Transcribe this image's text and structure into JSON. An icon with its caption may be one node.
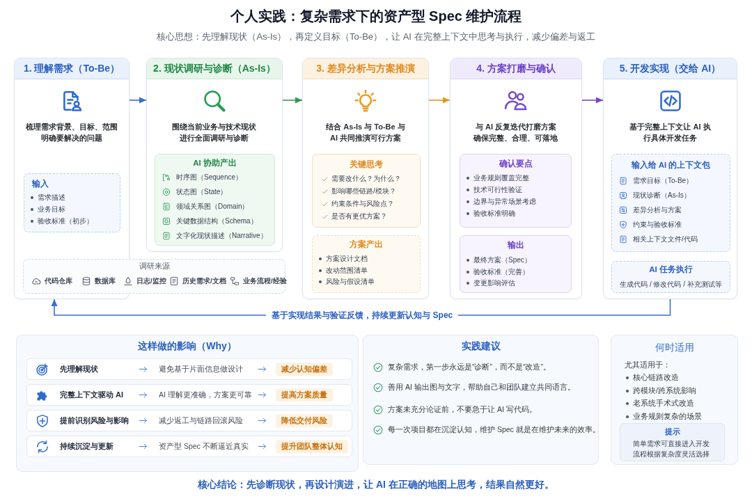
{
  "diagram": {
    "title": "个人实践：复杂需求下的资产型 Spec 维护流程",
    "nodes": [
      {
        "text": [
          "1. 理解需求（To-Be）",
          "梳理需求背景、目标、范围明确要解决的问题"
        ]
      },
      {
        "text": [
          "输入",
          "需求描述",
          "业务目标",
          "验收标准（初步）"
        ],
        "in": 0
      },
      {
        "text": [
          "2. 现状调研与诊断（As-Is）",
          "围绕当前业务与技术现状进行全面调研与诊断"
        ]
      },
      {
        "text": [
          "AI 协助产出",
          "时序图（Sequence）",
          "状态图（State）",
          "领域关系图（Domain）",
          "关键数据结构（Schema）",
          "文字化现状描述（Narrative）"
        ],
        "in": 2
      },
      {
        "text": [
          "调研来源",
          "代码仓库",
          "数据库",
          "日志/监控",
          "历史需求/文档",
          "业务流程/经验"
        ]
      },
      {
        "text": [
          "3. 差异分析与方案推演",
          "结合 As-Is 与 To-Be 与 AI 共同推演可行方案"
        ]
      },
      {
        "text": [
          "关键思考",
          "需要改什么？为什么？",
          "影响哪些链路/模块？",
          "约束条件与风险点？",
          "是否有更优方案？"
        ],
        "in": 5
      },
      {
        "text": [
          "方案产出",
          "方案设计文档",
          "改动范围清单",
          "风险与假设清单"
        ],
        "in": 5
      },
      {
        "text": [
          "4. 方案打磨与确认",
          "与 AI 反复迭代打磨方案确保完整、合理、可落地"
        ]
      },
      {
        "text": [
          "确认要点",
          "业务规则覆盖完整",
          "技术可行性验证",
          "边界与异常场景考虑",
          "验收标准明确"
        ],
        "in": 8
      },
      {
        "text": [
          "输出",
          "最终方案（Spec）",
          "验收标准（完善）",
          "变更影响评估"
        ],
        "in": 8
      },
      {
        "text": [
          "5. 开发实现（交给 AI）",
          "基于完整上下文让 AI 执行具体开发任务"
        ]
      },
      {
        "text": [
          "输入给 AI 的上下文包",
          "需求目标（To-Be）",
          "现状诊断（As-Is）",
          "差异分析与方案",
          "约束与验收标准",
          "相关上下文文件/代码"
        ],
        "in": 11
      },
      {
        "text": [
          "AI 任务执行",
          "生成代码 / 修改代码 / 补充测试等"
        ],
        "in": 11
      },
      {
        "text": [
          "这样做的影响（Why）"
        ]
      },
      {
        "text": [
          "先理解现状",
          "避免基于片面信息做设计",
          "减少认知偏差"
        ],
        "in": 14
      },
      {
        "text": [
          "完整上下文驱动 AI",
          "AI 理解更准确，方案更可靠",
          "提高方案质量"
        ],
        "in": 14
      },
      {
        "text": [
          "提前识别风险与影响",
          "减少返工与链路回滚风险",
          "降低交付风险"
        ],
        "in": 14
      },
      {
        "text": [
          "持续沉淀与更新",
          "资产型 Spec 不断逼近真实",
          "提升团队整体认知"
        ],
        "in": 14
      },
      {
        "text": [
          "实践建议",
          "复杂需求，第一步永远是“诊断”，而不是“改造”。",
          "善用 AI 输出图与文字，帮助自己和团队建立共同语言。",
          "方案未充分论证前，不要急于让 AI 写代码。",
          "每一次项目都在沉淀认知，维护 Spec 就是在维护未来的效率。"
        ]
      },
      {
        "text": [
          "何时适用",
          "尤其适用于：",
          "核心链路改造",
          "跨模块/跨系统影响",
          "老系统手术式改造",
          "业务规则复杂的场景"
        ]
      },
      {
        "text": [
          "提示",
          "简单需求可直接进入开发流程根据复杂度灵活选择"
        ],
        "in": 20
      }
    ],
    "edges": [
      {
        "from": 0,
        "to": 2,
        "arrow": "to"
      },
      {
        "from": 2,
        "to": 5,
        "arrow": "to",
        "color": "#2e9a55"
      },
      {
        "from": 5,
        "to": 8,
        "arrow": "to",
        "color": "#e8961e"
      },
      {
        "from": 8,
        "to": 11,
        "arrow": "to",
        "color": "#7a45c8"
      },
      {
        "from": 11,
        "to": 0,
        "arrow": "to",
        "label": "基于实现结果与验证反馈，持续更新认知与 Spec"
      }
    ],
    "labels": [
      "核心思想：先理解现状（As-Is），再定义目标（To-Be），让 AI 在完整上下文中思考与执行，减少偏差与返工",
      "核心结论：先诊断现状，再设计演进，让 AI 在正确的地图上思考，结果自然更好。"
    ]
  }
}
